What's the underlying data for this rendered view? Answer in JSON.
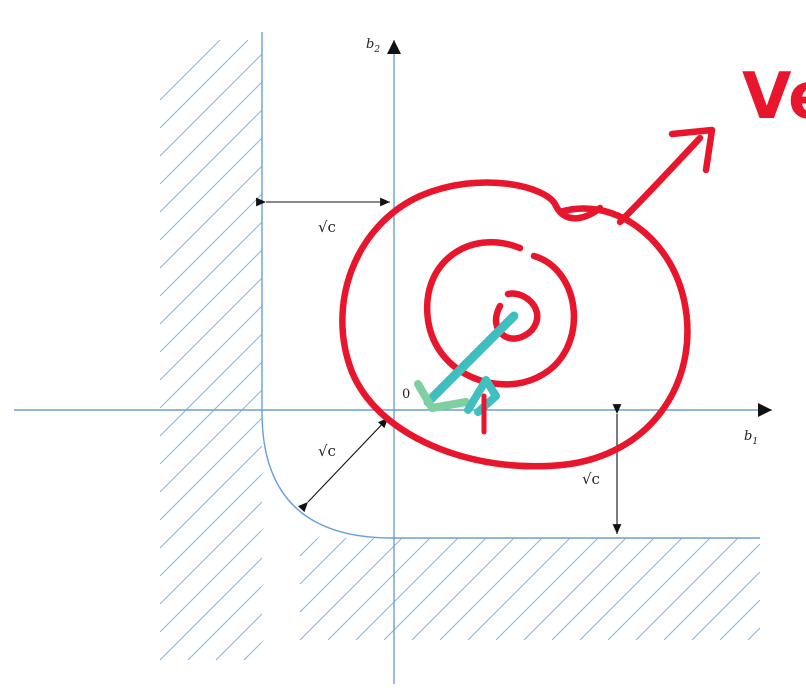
{
  "axes": {
    "horizontal_label": "b",
    "horizontal_subscript": "1",
    "vertical_label": "b",
    "vertical_subscript": "2",
    "origin_label": "0"
  },
  "dimension_labels": {
    "top": "√c",
    "diagonal": "√c",
    "right": "√c"
  },
  "handwritten_note": "Ve in",
  "colors": {
    "axis": "#6a9fd8",
    "hatch": "#8ab8e6",
    "ink_red": "#e8162c",
    "ink_blue": "#2a6fb0",
    "ink_teal": "#3fbfc0",
    "ink_green": "#7fcfa0"
  },
  "icons": [
    "arrow-icon"
  ]
}
